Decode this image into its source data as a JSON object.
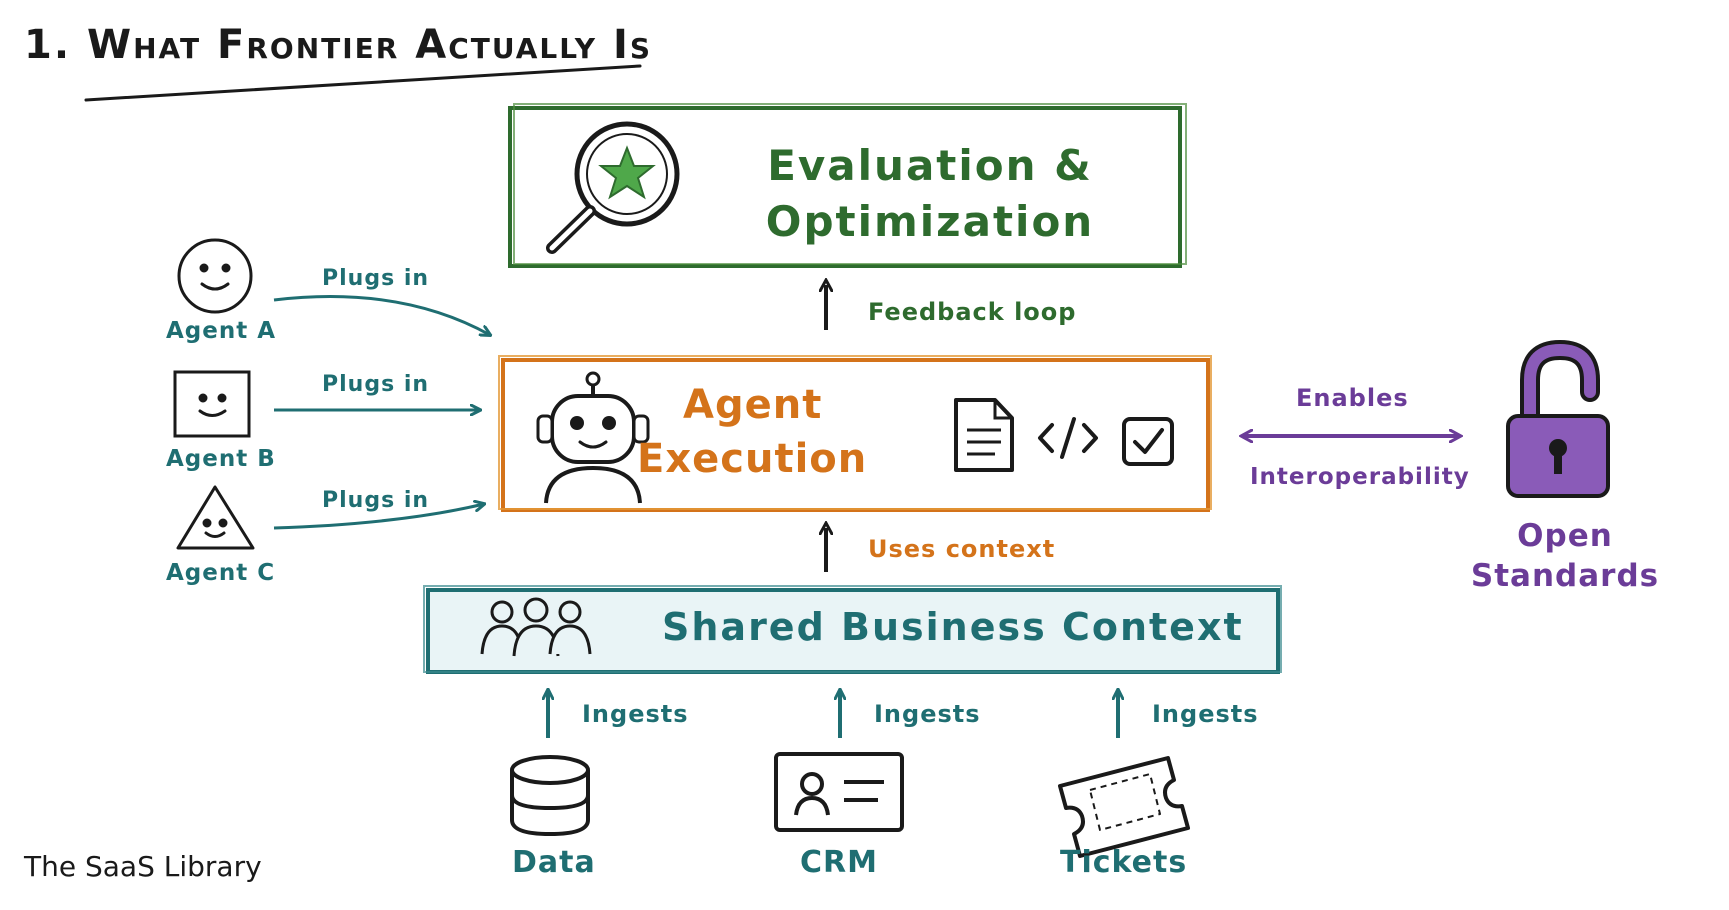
{
  "title": "1. What Frontier Actually Is",
  "evaluation": {
    "line1": "Evaluation &",
    "line2": "Optimization"
  },
  "feedback_label": "Feedback loop",
  "execution": {
    "line1": "Agent",
    "line2": "Execution"
  },
  "uses_context_label": "Uses context",
  "shared_context": "Shared Business Context",
  "agents": [
    {
      "label": "Agent A",
      "connector": "Plugs in",
      "icon": "smiley-circle-icon"
    },
    {
      "label": "Agent B",
      "connector": "Plugs in",
      "icon": "smiley-square-icon"
    },
    {
      "label": "Agent C",
      "connector": "Plugs in",
      "icon": "smiley-triangle-icon"
    }
  ],
  "sources": [
    {
      "label": "Data",
      "connector": "Ingests",
      "icon": "database-icon"
    },
    {
      "label": "CRM",
      "connector": "Ingests",
      "icon": "contact-card-icon"
    },
    {
      "label": "Tickets",
      "connector": "Ingests",
      "icon": "ticket-icon"
    }
  ],
  "open_standards": {
    "top_label": "Enables",
    "bottom_label": "Interoperability",
    "line1": "Open",
    "line2": "Standards",
    "icon": "unlocked-padlock-icon"
  },
  "brand": "The SaaS Library",
  "colors": {
    "evaluation": "#2e6b2e",
    "execution": "#d4731a",
    "context": "#1f6e72",
    "open_standards": "#6b3c98",
    "ink": "#1a1a1a"
  }
}
